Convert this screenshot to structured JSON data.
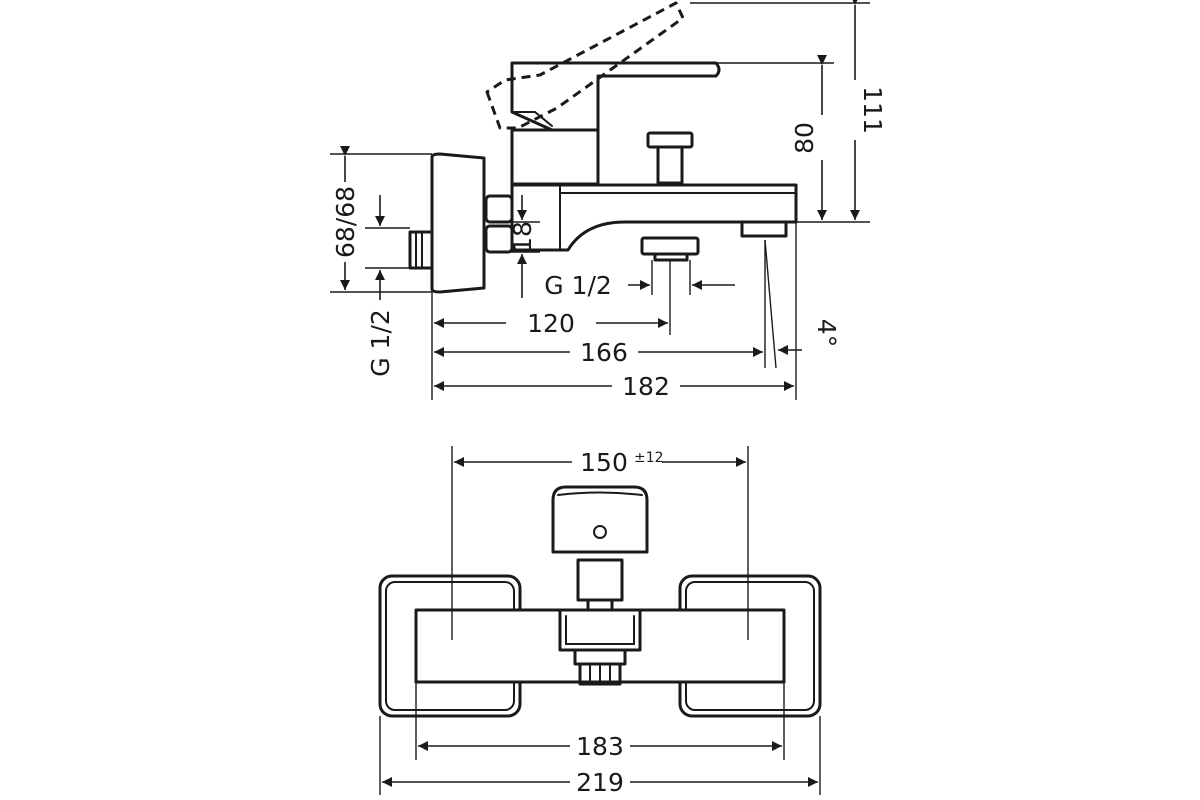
{
  "side_view": {
    "dim_111": "111",
    "dim_80": "80",
    "dim_68_68": "68/68",
    "dim_18": "18",
    "thread_outlet": "G 1/2",
    "thread_inlet": "G 1/2",
    "dim_120": "120",
    "dim_166": "166",
    "dim_182": "182",
    "angle_4": "4°"
  },
  "top_view": {
    "dim_150": "150",
    "tolerance_150": "±12",
    "dim_183": "183",
    "dim_219": "219"
  },
  "colors": {
    "line": "#1a1a1a",
    "background": "#ffffff"
  }
}
